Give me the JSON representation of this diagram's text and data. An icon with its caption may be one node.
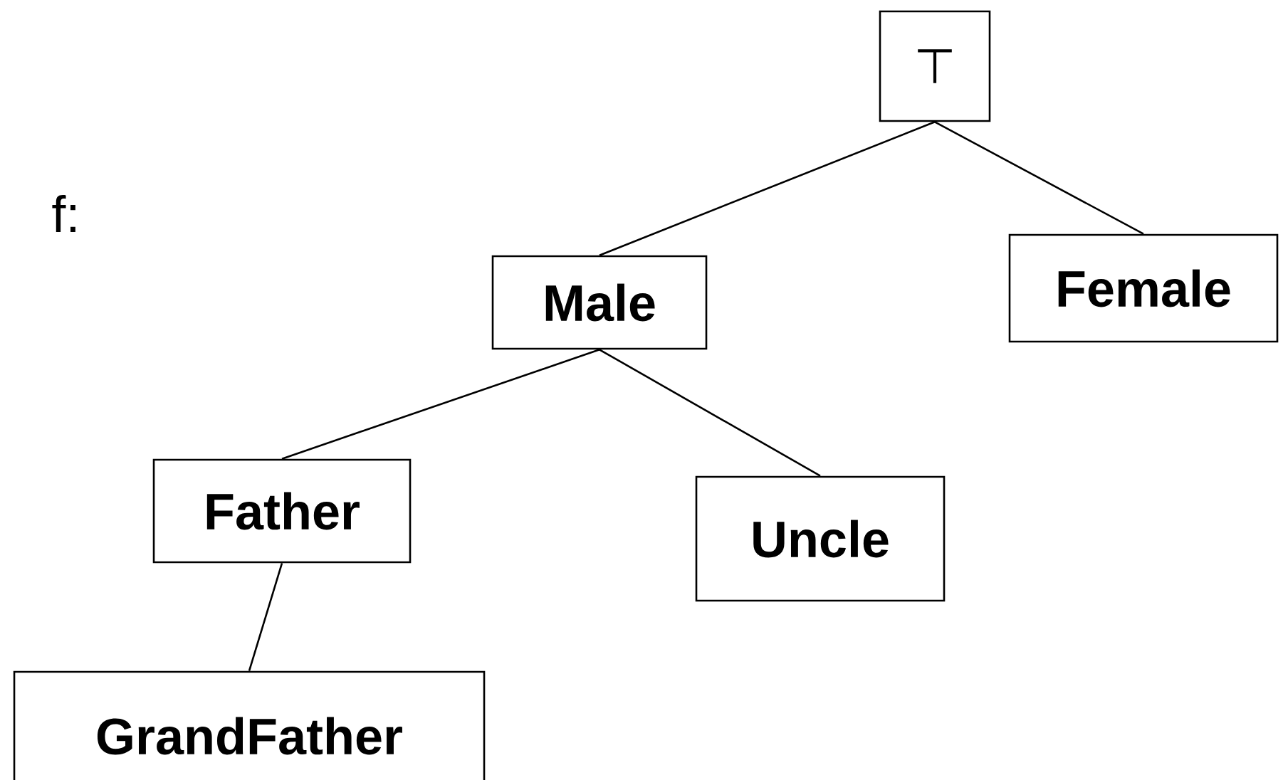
{
  "diagram": {
    "nodes": [
      {
        "text": [
          "⊤"
        ]
      },
      {
        "text": [
          "Male"
        ]
      },
      {
        "text": [
          "Female"
        ]
      },
      {
        "text": [
          "Father"
        ]
      },
      {
        "text": [
          "Uncle"
        ]
      },
      {
        "text": [
          "GrandFather"
        ]
      }
    ],
    "edges": [
      {
        "from": 0,
        "to": 1,
        "arrow": "none"
      },
      {
        "from": 0,
        "to": 2,
        "arrow": "none"
      },
      {
        "from": 1,
        "to": 3,
        "arrow": "none"
      },
      {
        "from": 1,
        "to": 4,
        "arrow": "none"
      },
      {
        "from": 3,
        "to": 5,
        "arrow": "none"
      }
    ],
    "labels": [
      "f:"
    ]
  }
}
